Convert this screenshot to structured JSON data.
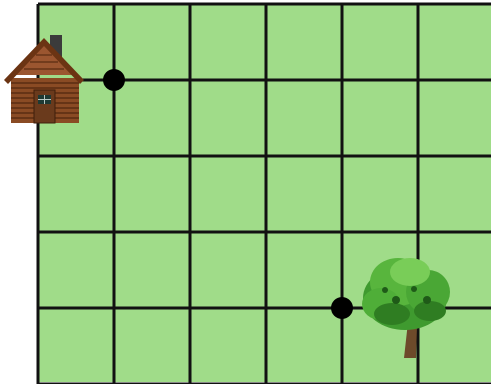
{
  "board": {
    "columns": 6,
    "rows": 5,
    "cell_color": "#a0dc89",
    "grid_line_color": "#111111",
    "marker_color": "#000000"
  },
  "markers": [
    {
      "name": "marker-1",
      "col_line": 1,
      "row_line": 1
    },
    {
      "name": "marker-2",
      "col_line": 4,
      "row_line": 4
    }
  ],
  "objects": [
    {
      "name": "cabin-icon",
      "kind": "cabin"
    },
    {
      "name": "tree-icon",
      "kind": "tree"
    }
  ]
}
